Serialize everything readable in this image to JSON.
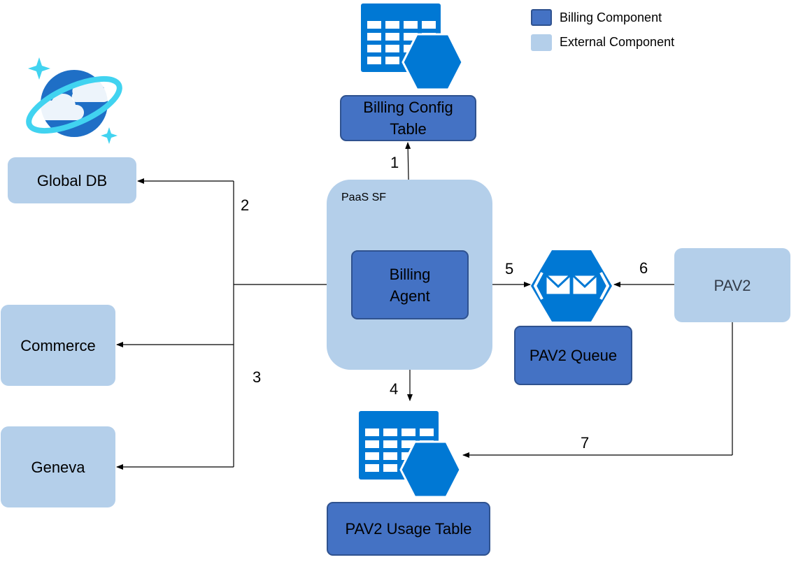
{
  "legend": {
    "billing": "Billing Component",
    "external": "External Component"
  },
  "colors": {
    "billing_fill": "#4472c4",
    "billing_border": "#2f528f",
    "external_fill": "#b4cfea",
    "azure_blue": "#0078d4",
    "cosmos_dark": "#1f6fc6",
    "cosmos_ring": "#41d3f0"
  },
  "nodes": {
    "billing_config_table": "Billing Config Table",
    "global_db": "Global DB",
    "commerce": "Commerce",
    "geneva": "Geneva",
    "paas_sf": "PaaS SF",
    "billing_agent": "Billing Agent",
    "pav2_queue": "PAV2 Queue",
    "pav2": "PAV2",
    "pav2_usage_table": "PAV2 Usage Table"
  },
  "icons": {
    "config_table": "azure-table-storage-icon",
    "usage_table": "azure-table-storage-icon",
    "queue": "azure-queue-storage-icon",
    "global_db": "cosmos-db-icon"
  },
  "steps": [
    "1",
    "2",
    "3",
    "4",
    "5",
    "6",
    "7"
  ]
}
